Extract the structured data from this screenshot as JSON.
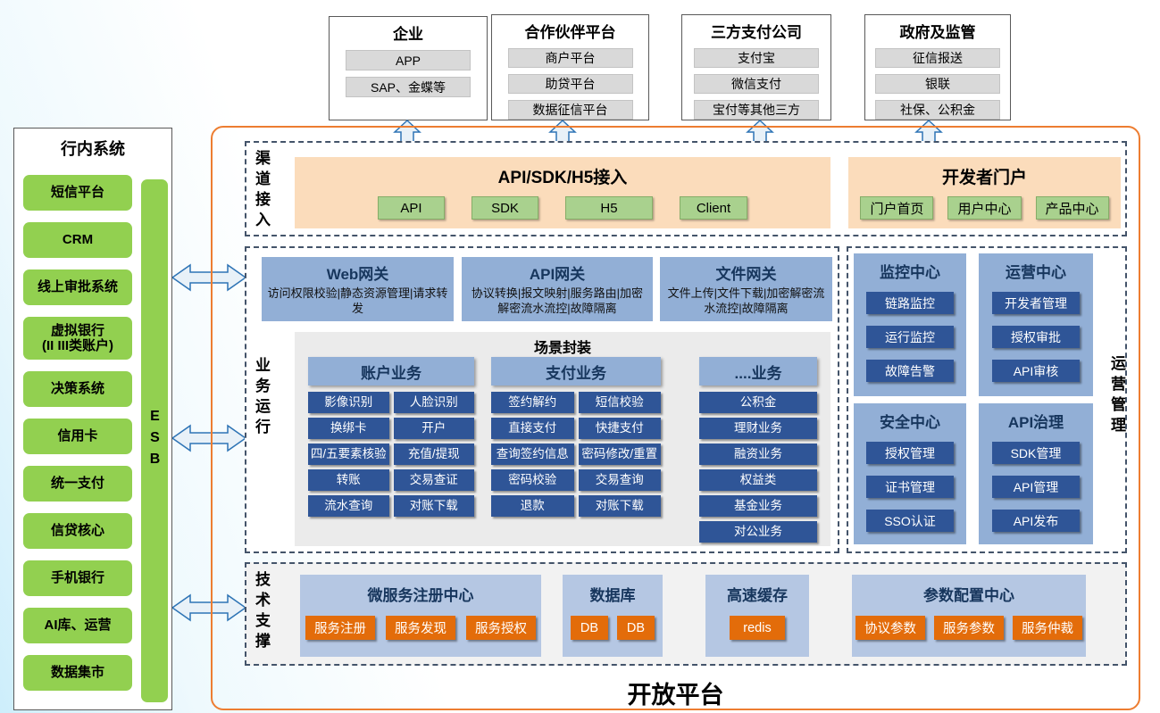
{
  "top_boxes": [
    {
      "title": "企业",
      "items": [
        "APP",
        "SAP、金蝶等"
      ]
    },
    {
      "title": "合作伙伴平台",
      "items": [
        "商户平台",
        "助贷平台",
        "数据征信平台"
      ]
    },
    {
      "title": "三方支付公司",
      "items": [
        "支付宝",
        "微信支付",
        "宝付等其他三方"
      ]
    },
    {
      "title": "政府及监管",
      "items": [
        "征信报送",
        "银联",
        "社保、公积金"
      ]
    }
  ],
  "sidebar": {
    "title": "行内系统",
    "esb": "ESB",
    "items": [
      "短信平台",
      "CRM",
      "线上审批系统",
      "虚拟银行\n(II III类账户)",
      "决策系统",
      "信用卡",
      "统一支付",
      "信贷核心",
      "手机银行",
      "AI库、运营",
      "数据集市"
    ]
  },
  "channel": {
    "label": "渠道接入",
    "access": {
      "title": "API/SDK/H5接入",
      "buttons": [
        "API",
        "SDK",
        "H5",
        "Client"
      ]
    },
    "portal": {
      "title": "开发者门户",
      "buttons": [
        "门户首页",
        "用户中心",
        "产品中心"
      ]
    }
  },
  "business": {
    "label": "业务运行",
    "gateways": [
      {
        "title": "Web网关",
        "desc": "访问权限校验|静态资源管理|请求转发"
      },
      {
        "title": "API网关",
        "desc": "协议转换|报文映射|服务路由|加密解密流水流控|故障隔离"
      },
      {
        "title": "文件网关",
        "desc": "文件上传|文件下载|加密解密流水流控|故障隔离"
      }
    ],
    "scenario": {
      "title": "场景封装",
      "columns": [
        {
          "title": "账户业务",
          "items": [
            "影像识别",
            "人脸识别",
            "换绑卡",
            "开户",
            "四/五要素核验",
            "充值/提现",
            "转账",
            "交易查证",
            "流水查询",
            "对账下载"
          ]
        },
        {
          "title": "支付业务",
          "items": [
            "签约解约",
            "短信校验",
            "直接支付",
            "快捷支付",
            "查询签约信息",
            "密码修改/重置",
            "密码校验",
            "交易查询",
            "退款",
            "对账下载"
          ]
        },
        {
          "title": "....业务",
          "items": [
            "公积金",
            "理财业务",
            "融资业务",
            "权益类",
            "基金业务",
            "对公业务"
          ]
        }
      ]
    }
  },
  "operations": {
    "label": "运营管理",
    "centers": [
      {
        "title": "监控中心",
        "items": [
          "链路监控",
          "运行监控",
          "故障告警"
        ]
      },
      {
        "title": "运营中心",
        "items": [
          "开发者管理",
          "授权审批",
          "API审核"
        ]
      },
      {
        "title": "安全中心",
        "items": [
          "授权管理",
          "证书管理",
          "SSO认证"
        ]
      },
      {
        "title": "API治理",
        "items": [
          "SDK管理",
          "API管理",
          "API发布"
        ]
      }
    ]
  },
  "tech": {
    "label": "技术支撑",
    "blocks": [
      {
        "title": "微服务注册中心",
        "items": [
          "服务注册",
          "服务发现",
          "服务授权"
        ]
      },
      {
        "title": "数据库",
        "items": [
          "DB",
          "DB"
        ]
      },
      {
        "title": "高速缓存",
        "items": [
          "redis"
        ]
      },
      {
        "title": "参数配置中心",
        "items": [
          "协议参数",
          "服务参数",
          "服务仲裁"
        ]
      }
    ]
  },
  "platform_title": "开放平台",
  "colors": {
    "accent_orange": "#ED7D31",
    "peach": "#FBDCBB",
    "green": "#92D050",
    "light_green": "#A9D18E",
    "mid_blue": "#92AFD6",
    "dark_blue": "#2F5597",
    "light_blue": "#B5C7E3",
    "button_orange": "#E36C0A",
    "arrow_blue": "#2E74B5",
    "gray_item": "#D9D9D9"
  }
}
